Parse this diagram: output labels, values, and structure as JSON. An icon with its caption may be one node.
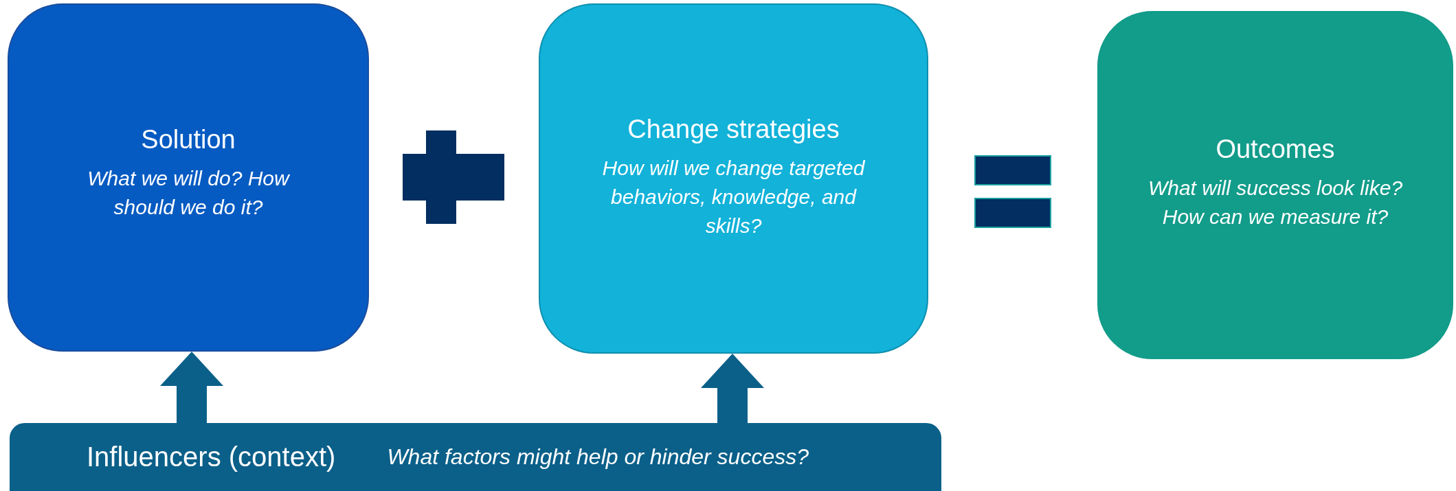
{
  "diagram": {
    "nodes": [
      {
        "text": [
          "Solution",
          "What we will do? How should we do it?"
        ]
      },
      {
        "text": [
          "Change strategies",
          "How will we change targeted behaviors, knowledge, and skills?"
        ]
      },
      {
        "text": [
          "Outcomes",
          "What will success look like? How can we measure it?"
        ]
      },
      {
        "text": [
          "Influencers (context)",
          "What factors might help or hinder success?"
        ]
      }
    ],
    "edges": [
      {
        "from": 3,
        "to": 0,
        "arrow": "to"
      },
      {
        "from": 3,
        "to": 1,
        "arrow": "to"
      }
    ]
  }
}
